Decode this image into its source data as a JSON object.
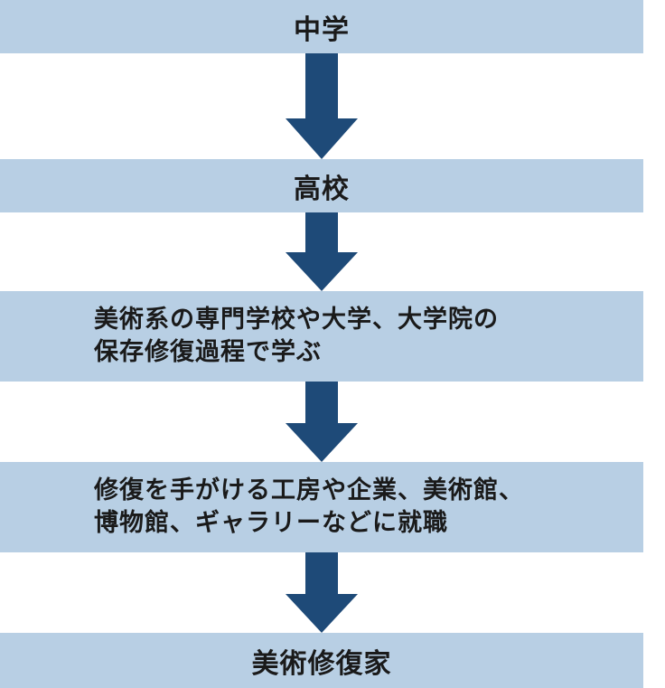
{
  "flow": {
    "steps": [
      {
        "lines": [
          "中学"
        ]
      },
      {
        "lines": [
          "高校"
        ]
      },
      {
        "lines": [
          "美術系の専門学校や大学、大学院の",
          "保存修復過程で学ぶ"
        ]
      },
      {
        "lines": [
          "修復を手がける工房や企業、美術館、",
          "博物館、ギャラリーなどに就職"
        ]
      },
      {
        "lines": [
          "美術修復家"
        ]
      }
    ]
  },
  "colors": {
    "box_fill": "#b8cfe4",
    "arrow_fill": "#1e4a78",
    "text": "#1a1a1a"
  }
}
